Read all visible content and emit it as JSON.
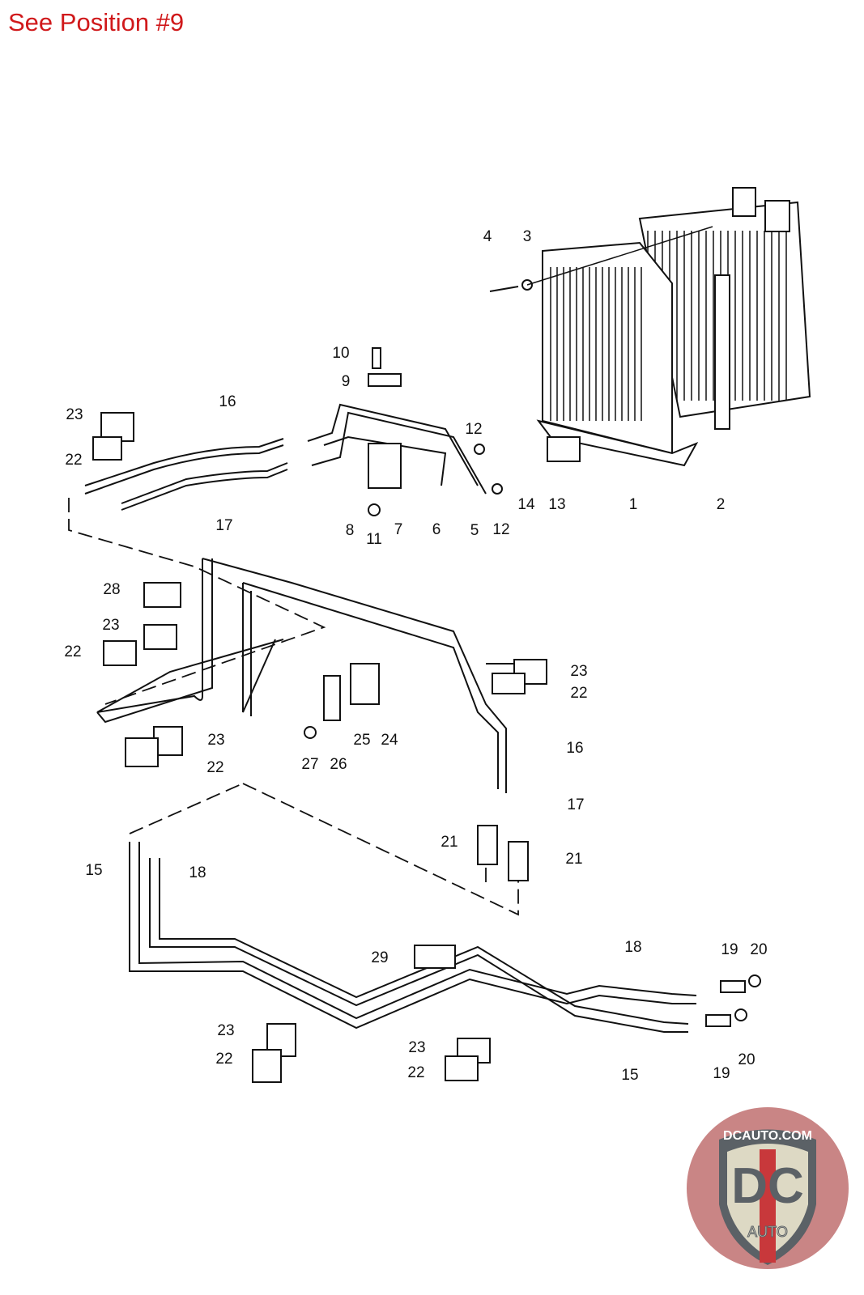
{
  "header": {
    "title": "See Position #9"
  },
  "callouts": [
    "4",
    "3",
    "10",
    "9",
    "16",
    "23",
    "22",
    "12",
    "17",
    "8",
    "11",
    "7",
    "6",
    "5",
    "12",
    "14",
    "13",
    "1",
    "2",
    "28",
    "23",
    "22",
    "23",
    "22",
    "16",
    "23",
    "25",
    "24",
    "22",
    "27",
    "26",
    "17",
    "21",
    "21",
    "15",
    "18",
    "18",
    "19",
    "20",
    "29",
    "23",
    "22",
    "23",
    "22",
    "15",
    "19",
    "20"
  ],
  "logo": {
    "text_top": "DCAUTO.COM",
    "text_main": "DC",
    "text_bottom": "AUTO",
    "colors": {
      "red": "#c8383b",
      "gray": "#5b6166",
      "cream": "#ddd9c4",
      "background": "#c98585"
    }
  },
  "colors": {
    "title": "#d0191b",
    "line": "#111111"
  }
}
